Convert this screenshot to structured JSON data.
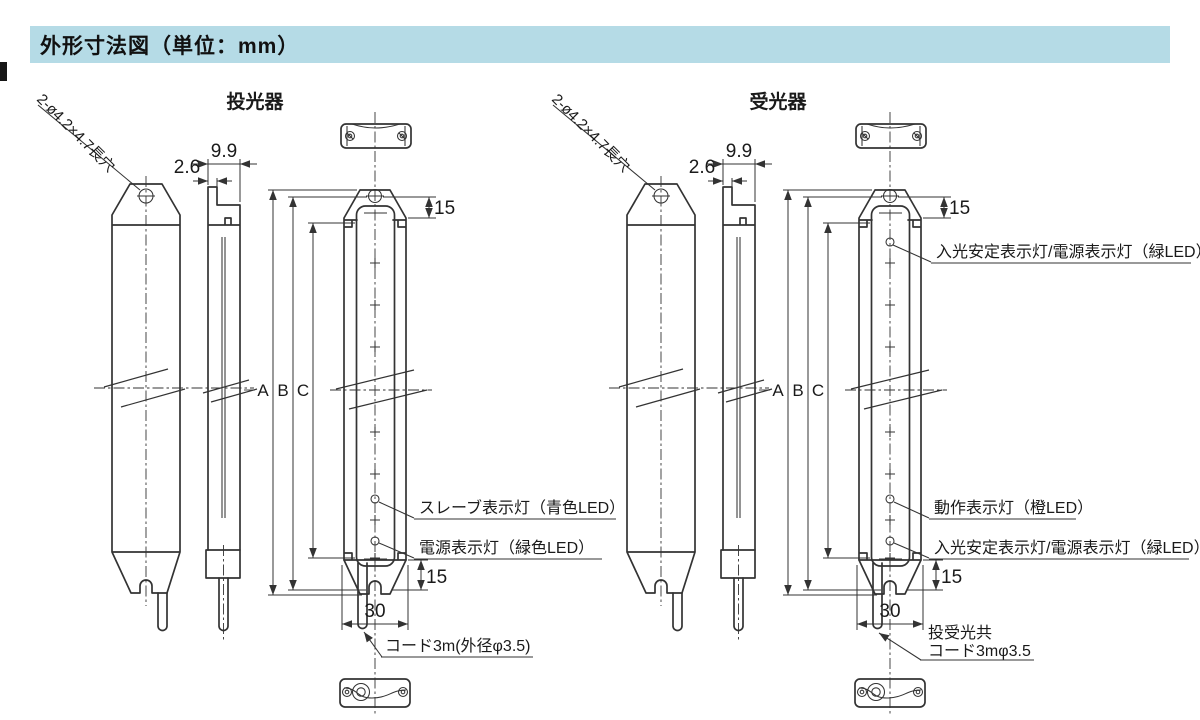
{
  "header": {
    "title": "外形寸法図（単位：mm）"
  },
  "shared": {
    "slot_label": "2-ø4.2×4.7長穴",
    "dims": {
      "side_width": "9.9",
      "face_width": "2.6",
      "top_offset": "15",
      "bottom_offset": "15",
      "bracket_width": "30",
      "len_a": "A",
      "len_b": "B",
      "len_c": "C"
    }
  },
  "emitter": {
    "title": "投光器",
    "callouts": {
      "slave": "スレーブ表示灯（青色LED）",
      "power": "電源表示灯（緑色LED）",
      "cable": "コード3m(外径φ3.5)"
    }
  },
  "receiver": {
    "title": "受光器",
    "callouts": {
      "stability_top": "入光安定表示灯/電源表示灯（緑LED）",
      "operation": "動作表示灯（橙LED）",
      "stability_bottom": "入光安定表示灯/電源表示灯（緑LED）",
      "cable_line1": "投受光共",
      "cable_line2": "コード3mφ3.5"
    }
  },
  "colors": {
    "line": "#333333",
    "text": "#1a1a1a",
    "header_bg": "#b5dbe6"
  }
}
